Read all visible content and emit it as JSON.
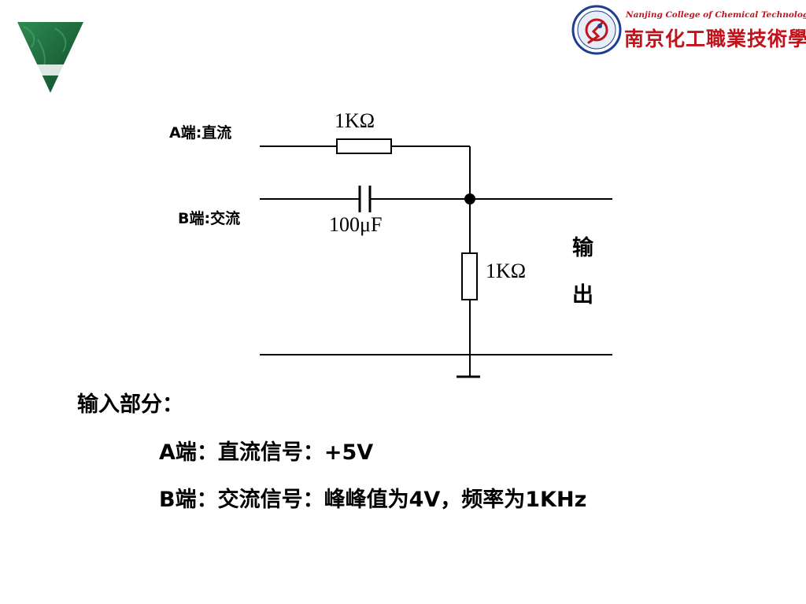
{
  "header": {
    "college_name_en": "Nanjing College of Chemical Technology",
    "college_name_cn": "南京化工職業技術學院",
    "brand_color": "#c0141c",
    "triangle_color": "#1f6b3d"
  },
  "diagram": {
    "label_a": "A端:直流",
    "label_b": "B端:交流",
    "resistor_top_value": "1KΩ",
    "capacitor_value": "100μF",
    "resistor_vertical_value": "1KΩ",
    "output_char_1": "输",
    "output_char_2": "出"
  },
  "text": {
    "heading": "输入部分：",
    "line_a": "A端：直流信号：+5V",
    "line_b": "B端：交流信号：峰峰值为4V，频率为1KHz"
  }
}
